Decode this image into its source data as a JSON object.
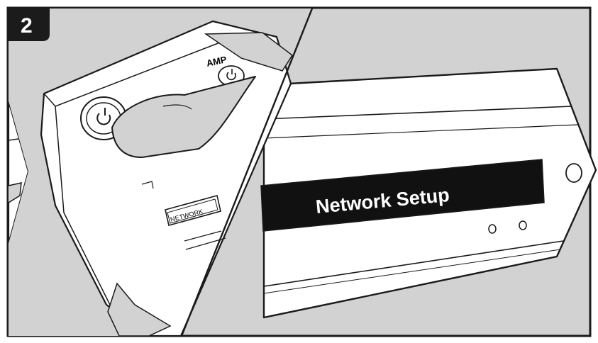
{
  "step": {
    "number": "2"
  },
  "remote": {
    "amp_label": "AMP",
    "network_label": "NETWORK"
  },
  "device": {
    "display_text": "Network Setup"
  },
  "colors": {
    "background": "#d2d2d2",
    "outline": "#1a1a1a",
    "panel": "#ffffff",
    "display": "#111111",
    "badge": "#1b1b1b"
  }
}
